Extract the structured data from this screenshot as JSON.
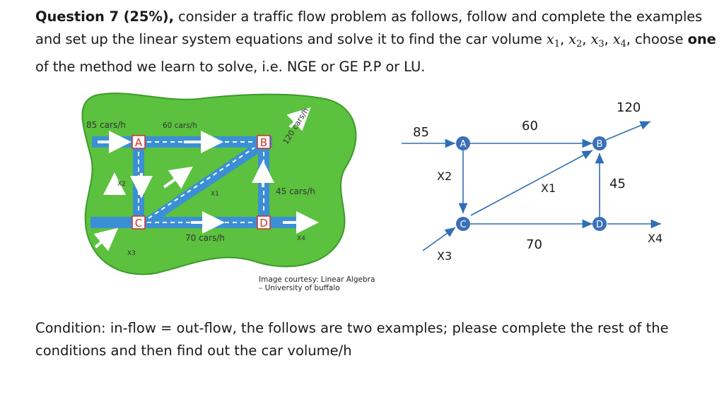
{
  "question": {
    "lead": "Question 7 (25%),",
    "text_a": " consider a traffic flow problem as follows, follow and complete the examples and set up the linear system equations and solve it to find the car volume ",
    "vars": [
      "x",
      "x",
      "x",
      "x"
    ],
    "subs": [
      "1",
      "2",
      "3",
      "4"
    ],
    "sep": ", ",
    "text_b": ", choose ",
    "bold_word": "one",
    "text_c": " of the method we learn to solve, i.e. NGE or GE P.P or LU."
  },
  "left_figure": {
    "in_flow": "85 cars/h",
    "top_flow": "60 cars/h",
    "diag_flow": "120 cars/h",
    "right_flow": "45 cars/h",
    "bottom_flow": "70 cars/h",
    "x1": "X1",
    "x2": "X2",
    "x3": "X3",
    "x4": "X4",
    "nodes": [
      "A",
      "B",
      "C",
      "D"
    ],
    "courtesy_line1": "Image courtesy: Linear Algebra",
    "courtesy_line2": "– University of buffalo",
    "colors": {
      "grass": "#5bc13e",
      "road": "#3b8fd6",
      "grass_edge": "#3e9a2a"
    }
  },
  "right_figure": {
    "in_flow": "85",
    "top_flow": "60",
    "out_flow": "120",
    "right_flow": "45",
    "bottom_flow": "70",
    "x1": "X1",
    "x2": "X2",
    "x3": "X3",
    "x4": "X4",
    "nodes": [
      "A",
      "B",
      "C",
      "D"
    ],
    "colors": {
      "line": "#2e6fb5",
      "node": "#3a6fb8"
    }
  },
  "condition": "Condition: in-flow = out-flow, the follows are two examples; please complete the rest of the conditions and then find out the car volume/h"
}
